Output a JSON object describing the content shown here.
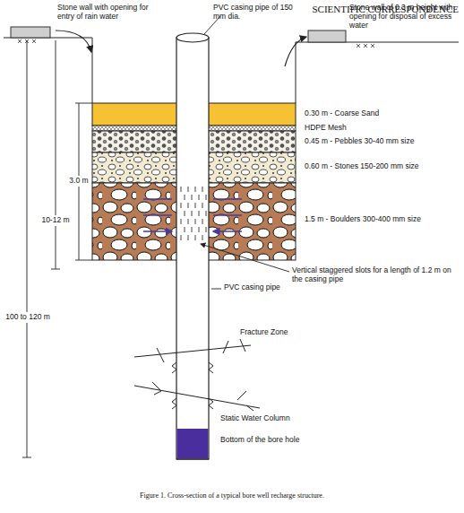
{
  "diagram": {
    "caption": "Figure 1.  Cross-section of a typical bore well recharge structure.",
    "labels": [
      "SCIENTIFIC CORRESPONDENCE",
      "Stone wall with opening for entry of rain water",
      "PVC casing pipe of 150 mm dia.",
      "Stone wall of 0.3 m height with opening for disposal of excess water",
      "0.30 m - Coarse Sand",
      "HDPE Mesh",
      "0.45 m - Pebbles 30-40 mm size",
      "0.60 m - Stones 150-200 mm size",
      "1.5 m - Boulders 300-400 mm size",
      "3.0 m",
      "10-12 m",
      "100 to 120 m",
      "Vertical staggered slots for a length of 1.2 m on the casing pipe",
      "PVC casing pipe",
      "Fracture Zone",
      "Static Water Column",
      "Bottom of the bore hole"
    ]
  }
}
